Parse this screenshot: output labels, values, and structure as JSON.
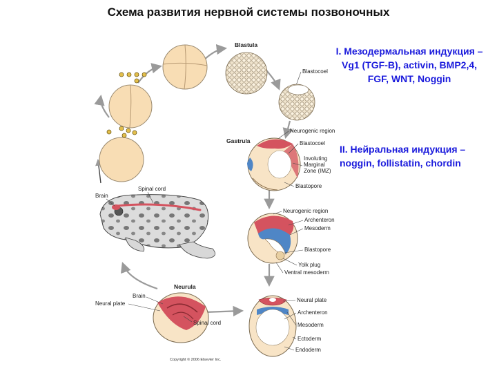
{
  "title": "Схема развития нервной системы позвоночных",
  "notes": {
    "mesodermal": {
      "line1": "I. Мезодермальная индукция –",
      "line2": "Vg1 (TGF-B), activin, BMP2,4,",
      "line3": "FGF, WNT, Noggin"
    },
    "neural": {
      "line1": "II. Нейральная индукция –",
      "line2": "noggin, follistatin, chordin"
    }
  },
  "stages": {
    "blastula": "Blastula",
    "gastrula": "Gastrula",
    "neurula": "Neurula"
  },
  "labels": {
    "blastocoel_top": "Blastocoel",
    "neurogenic_region_1": "Neurogenic region",
    "blastocoel_2": "Blastocoel",
    "imz_1": "Involuting",
    "imz_2": "Marginal",
    "imz_3": "Zone (IMZ)",
    "blastopore_1": "Blastopore",
    "neurogenic_region_2": "Neurogenic region",
    "archenteron_1": "Archenteron",
    "mesoderm_1": "Mesoderm",
    "blastopore_2": "Blastopore",
    "yolk_plug": "Yolk plug",
    "ventral_mesoderm": "Ventral mesoderm",
    "brain_frog": "Brain",
    "spinal_cord_frog": "Spinal cord",
    "brain_neurula": "Brain",
    "neural_plate_left": "Neural plate",
    "spinal_cord_neurula": "Spinal cord",
    "neural_plate_right": "Neural plate",
    "archenteron_2": "Archenteron",
    "mesoderm_2": "Mesoderm",
    "ectoderm": "Ectoderm",
    "endoderm": "Endoderm"
  },
  "copyright": "Copyright © 2006 Elsevier Inc.",
  "colors": {
    "note_text": "#1a1adc",
    "egg_fill": "#f8ddb4",
    "neural_red": "#d4535f",
    "mesoderm_blue": "#4f86c6",
    "arrow_gray": "#9a9a9a"
  }
}
